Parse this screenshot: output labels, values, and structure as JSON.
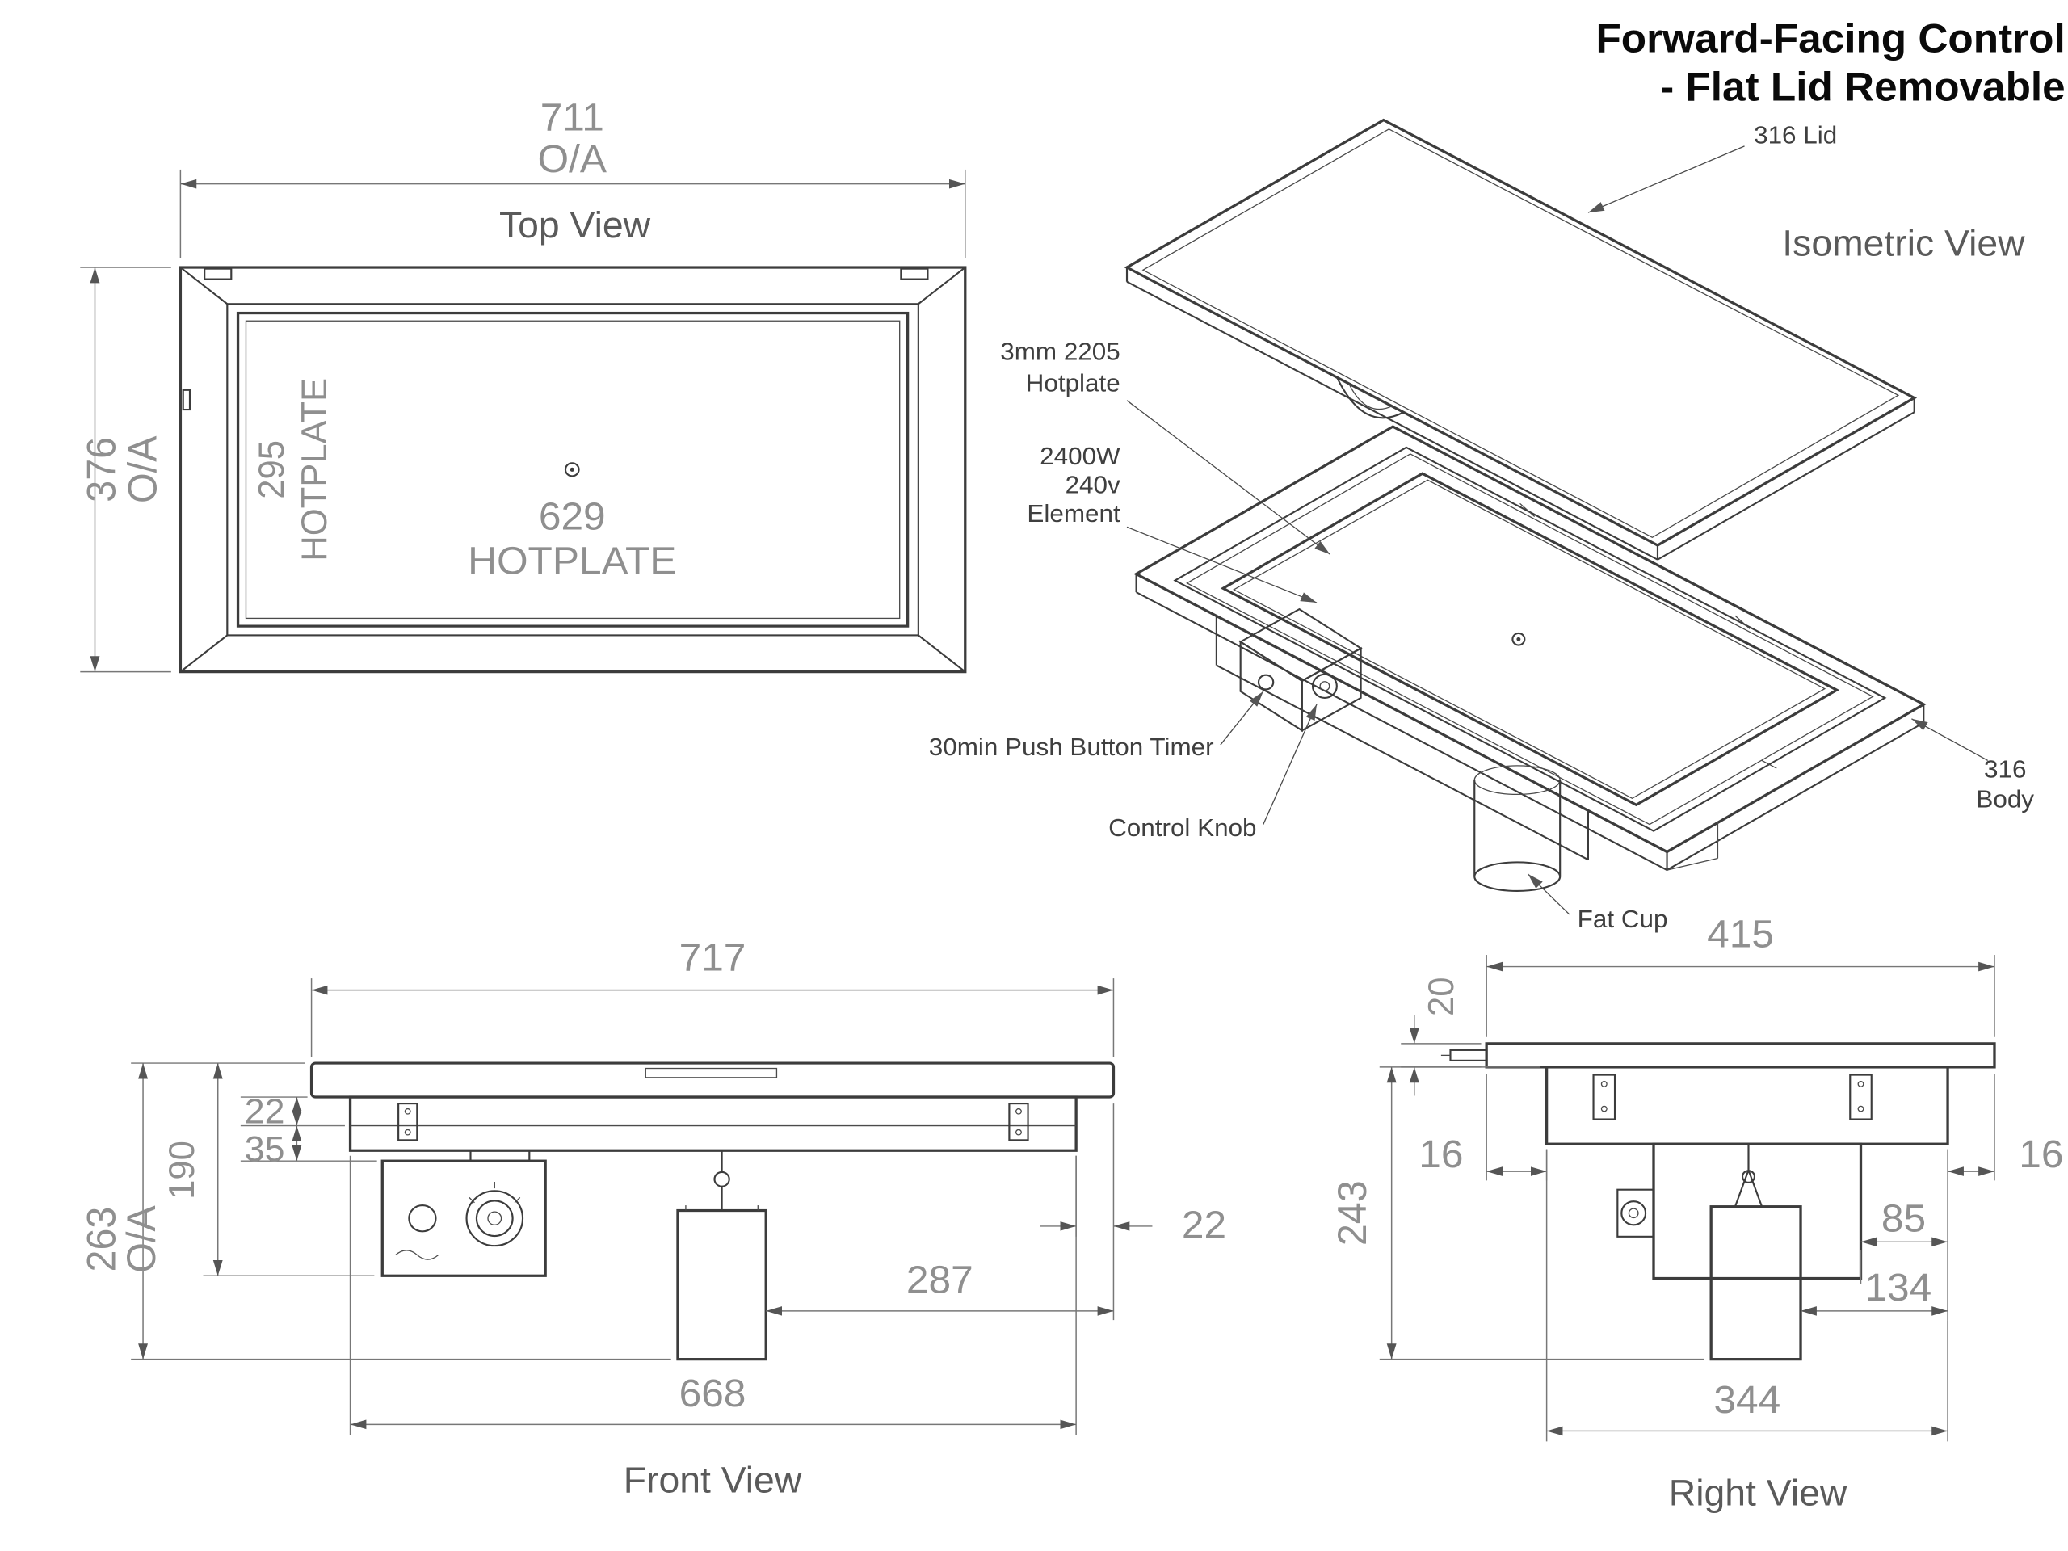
{
  "header": {
    "line1": "Forward-Facing Control",
    "line2": "- Flat Lid Removable"
  },
  "colors": {
    "line": "#3c3c3c",
    "dim_text": "#8f8f8f",
    "arrow": "#555555",
    "background": "#ffffff"
  },
  "top_view": {
    "title": "Top View",
    "dim_width": "711",
    "dim_width_sub": "O/A",
    "dim_height": "376",
    "dim_height_sub": "O/A",
    "hotplate_depth": "295",
    "hotplate_depth_label": "HOTPLATE",
    "hotplate_width": "629",
    "hotplate_width_label": "HOTPLATE"
  },
  "iso_view": {
    "title": "Isometric View",
    "labels": {
      "lid": "316 Lid",
      "hotplate": [
        "3mm 2205",
        "Hotplate"
      ],
      "element": [
        "2400W",
        "240v",
        "Element"
      ],
      "timer": "30min Push Button Timer",
      "control_knob": "Control Knob",
      "fat_cup": "Fat Cup",
      "body": [
        "316",
        "Body"
      ]
    }
  },
  "front_view": {
    "title": "Front View",
    "dims": {
      "overall_width": "717",
      "overall_height": "263",
      "overall_height_sub": "O/A",
      "d190": "190",
      "d22_left": "22",
      "d35": "35",
      "d287": "287",
      "d22_right": "22",
      "d668": "668"
    }
  },
  "right_view": {
    "title": "Right View",
    "dims": {
      "d415": "415",
      "d20": "20",
      "d243": "243",
      "d16_left": "16",
      "d16_right": "16",
      "d85": "85",
      "d134": "134",
      "d344": "344"
    }
  }
}
